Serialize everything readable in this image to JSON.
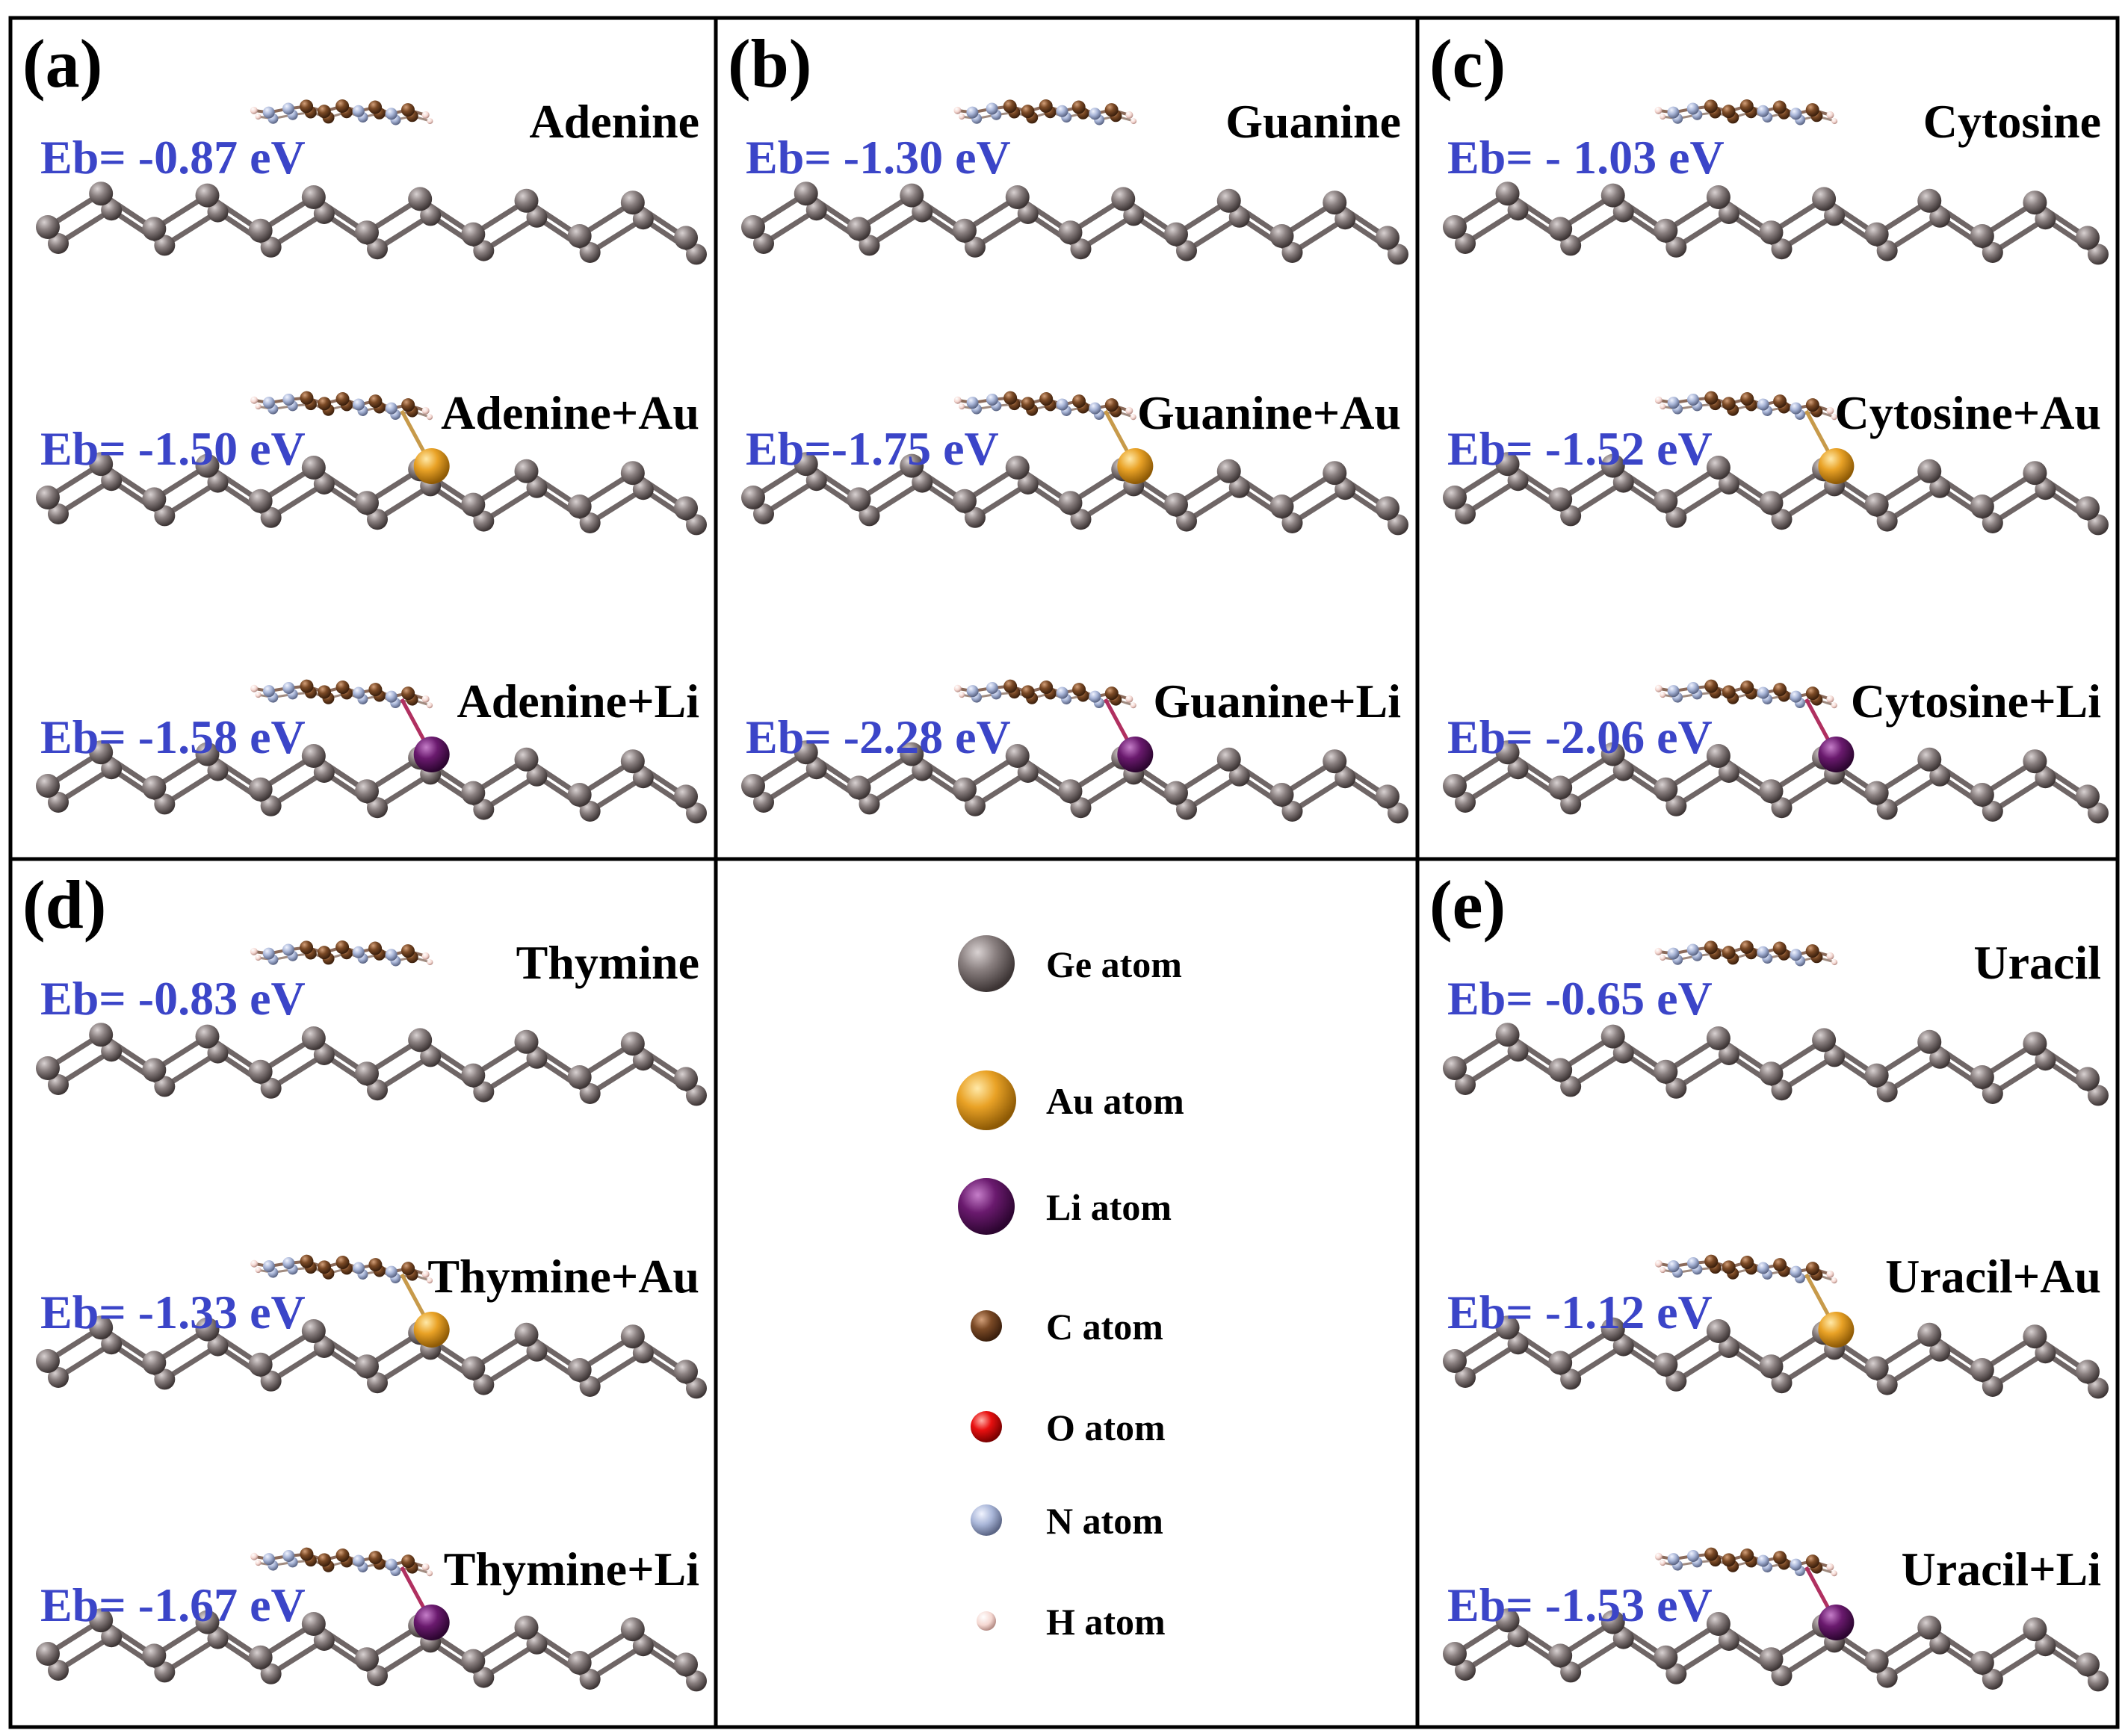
{
  "figure": {
    "panels": [
      {
        "letter": "(a)",
        "rows": [
          {
            "eb": "Eb= -0.87 eV",
            "name": "Adenine",
            "adatom": "none"
          },
          {
            "eb": "Eb= -1.50 eV",
            "name": "Adenine+Au",
            "adatom": "Au"
          },
          {
            "eb": "Eb= -1.58 eV",
            "name": "Adenine+Li",
            "adatom": "Li"
          }
        ]
      },
      {
        "letter": "(b)",
        "rows": [
          {
            "eb": "Eb= -1.30 eV",
            "name": "Guanine",
            "adatom": "none"
          },
          {
            "eb": "Eb=-1.75 eV",
            "name": "Guanine+Au",
            "adatom": "Au"
          },
          {
            "eb": "Eb= -2.28 eV",
            "name": "Guanine+Li",
            "adatom": "Li"
          }
        ]
      },
      {
        "letter": "(c)",
        "rows": [
          {
            "eb": "Eb= - 1.03 eV",
            "name": "Cytosine",
            "adatom": "none"
          },
          {
            "eb": "Eb= -1.52 eV",
            "name": "Cytosine+Au",
            "adatom": "Au"
          },
          {
            "eb": "Eb= -2.06 eV",
            "name": "Cytosine+Li",
            "adatom": "Li"
          }
        ]
      },
      {
        "letter": "(d)",
        "rows": [
          {
            "eb": "Eb= -0.83 eV",
            "name": "Thymine",
            "adatom": "none"
          },
          {
            "eb": "Eb= -1.33 eV",
            "name": "Thymine+Au",
            "adatom": "Au"
          },
          {
            "eb": "Eb= -1.67 eV",
            "name": "Thymine+Li",
            "adatom": "Li"
          }
        ]
      },
      {
        "letter": "(e)",
        "rows": [
          {
            "eb": "Eb= -0.65 eV",
            "name": "Uracil",
            "adatom": "none"
          },
          {
            "eb": "Eb= -1.12 eV",
            "name": "Uracil+Au",
            "adatom": "Au"
          },
          {
            "eb": "Eb= -1.53 eV",
            "name": "Uracil+Li",
            "adatom": "Li"
          }
        ]
      }
    ],
    "legend": [
      {
        "label": "Ge atom",
        "color": "#8a8080",
        "icon": "ge-atom-icon"
      },
      {
        "label": "Au atom",
        "color": "#e9a226",
        "icon": "au-atom-icon"
      },
      {
        "label": "Li atom",
        "color": "#6a1a6e",
        "icon": "li-atom-icon"
      },
      {
        "label": "C atom",
        "color": "#7b4a26",
        "icon": "c-atom-icon"
      },
      {
        "label": "O atom",
        "color": "#e81010",
        "icon": "o-atom-icon"
      },
      {
        "label": "N atom",
        "color": "#a9b6d8",
        "icon": "n-atom-icon"
      },
      {
        "label": "H atom",
        "color": "#f5d8d2",
        "icon": "h-atom-icon"
      }
    ],
    "colors": {
      "energy_text": "#3b45c8",
      "label_text": "#000000",
      "bond": "#6f6666"
    }
  }
}
